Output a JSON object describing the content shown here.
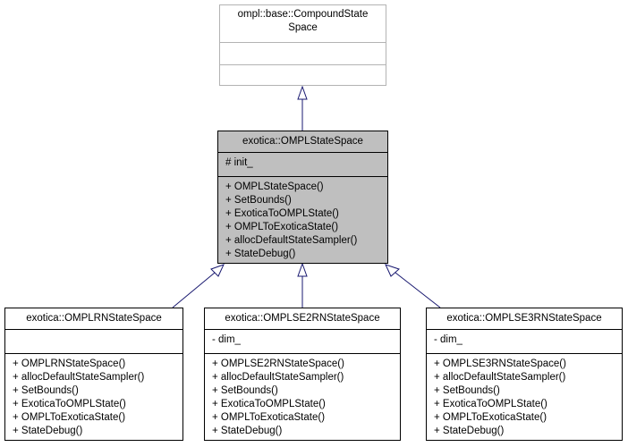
{
  "base_class": {
    "title_line1": "ompl::base::CompoundState",
    "title_line2": "Space"
  },
  "main_class": {
    "title": "exotica::OMPLStateSpace",
    "attributes": [
      "# init_"
    ],
    "methods": [
      "+ OMPLStateSpace()",
      "+ SetBounds()",
      "+ ExoticaToOMPLState()",
      "+ OMPLToExoticaState()",
      "+ allocDefaultStateSampler()",
      "+ StateDebug()"
    ]
  },
  "derived_classes": [
    {
      "title": "exotica::OMPLRNStateSpace",
      "attributes": [],
      "methods": [
        "+ OMPLRNStateSpace()",
        "+ allocDefaultStateSampler()",
        "+ SetBounds()",
        "+ ExoticaToOMPLState()",
        "+ OMPLToExoticaState()",
        "+ StateDebug()"
      ]
    },
    {
      "title": "exotica::OMPLSE2RNStateSpace",
      "attributes": [
        "- dim_"
      ],
      "methods": [
        "+ OMPLSE2RNStateSpace()",
        "+ allocDefaultStateSampler()",
        "+ SetBounds()",
        "+ ExoticaToOMPLState()",
        "+ OMPLToExoticaState()",
        "+ StateDebug()"
      ]
    },
    {
      "title": "exotica::OMPLSE3RNStateSpace",
      "attributes": [
        "- dim_"
      ],
      "methods": [
        "+ OMPLSE3RNStateSpace()",
        "+ allocDefaultStateSampler()",
        "+ SetBounds()",
        "+ ExoticaToOMPLState()",
        "+ OMPLToExoticaState()",
        "+ StateDebug()"
      ]
    }
  ],
  "colors": {
    "edge": "#191970",
    "focus_fill": "#bfbfbf",
    "external_border": "#b3b3b3"
  }
}
